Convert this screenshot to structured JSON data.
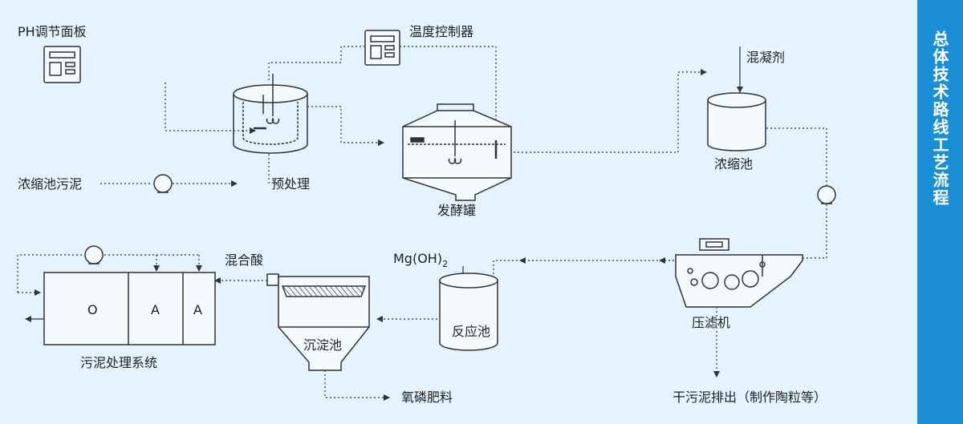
{
  "sidebar": {
    "title": "总体技术路线工艺流程"
  },
  "labels": {
    "ph_panel": "PH调节面板",
    "temp_controller": "温度控制器",
    "coagulant": "混凝剂",
    "thickener_sludge": "浓缩池污泥",
    "pretreatment": "预处理",
    "fermenter": "发酵罐",
    "thickener": "浓缩池",
    "filter_press": "压滤机",
    "mg_oh2": "Mg(OH)",
    "mg_sub": "2",
    "mixed_acid": "混合酸",
    "sedimentation_tank": "沉淀池",
    "reaction_tank": "反应池",
    "sludge_system": "污泥处理系统",
    "zone_o": "O",
    "zone_a1": "A",
    "zone_a2": "A",
    "fertilizer": "氧磷肥料",
    "dry_sludge": "干污泥排出（制作陶粒等）"
  },
  "colors": {
    "background": "#e4f3fd",
    "sidebar": "#1a8fd8",
    "line": "#333333"
  }
}
